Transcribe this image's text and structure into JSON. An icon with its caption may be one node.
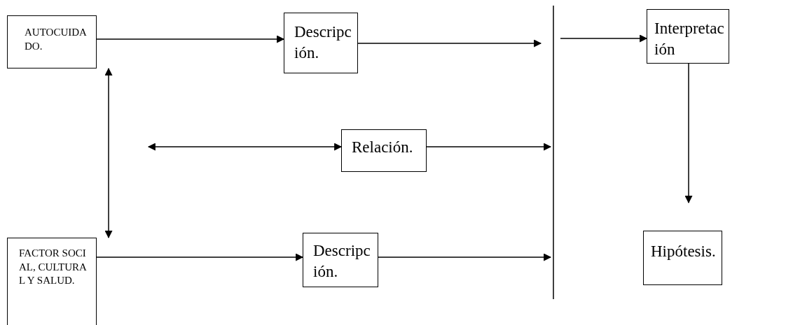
{
  "diagram": {
    "nodes": [
      {
        "text": [
          "AUTOCUIDADO."
        ]
      },
      {
        "text": [
          "Descripción."
        ]
      },
      {
        "text": [
          "Interpretación"
        ]
      },
      {
        "text": [
          "Relación."
        ]
      },
      {
        "text": [
          "FACTOR SOCIAL, CULTURAL Y SALUD."
        ]
      },
      {
        "text": [
          "Descripción."
        ]
      },
      {
        "text": [
          "Hipótesis."
        ]
      }
    ],
    "edges": [
      {
        "from": 0,
        "to": 1,
        "arrow": "to"
      },
      {
        "from": 1,
        "to": null,
        "arrow": "to"
      },
      {
        "from": null,
        "to": 2,
        "arrow": "to"
      },
      {
        "from": 2,
        "to": 6,
        "arrow": "to"
      },
      {
        "from": 0,
        "to": 4,
        "arrow": "both"
      },
      {
        "from": null,
        "to": 3,
        "arrow": "both"
      },
      {
        "from": 3,
        "to": null,
        "arrow": "to"
      },
      {
        "from": 4,
        "to": 5,
        "arrow": "to"
      },
      {
        "from": 5,
        "to": null,
        "arrow": "to"
      }
    ]
  }
}
